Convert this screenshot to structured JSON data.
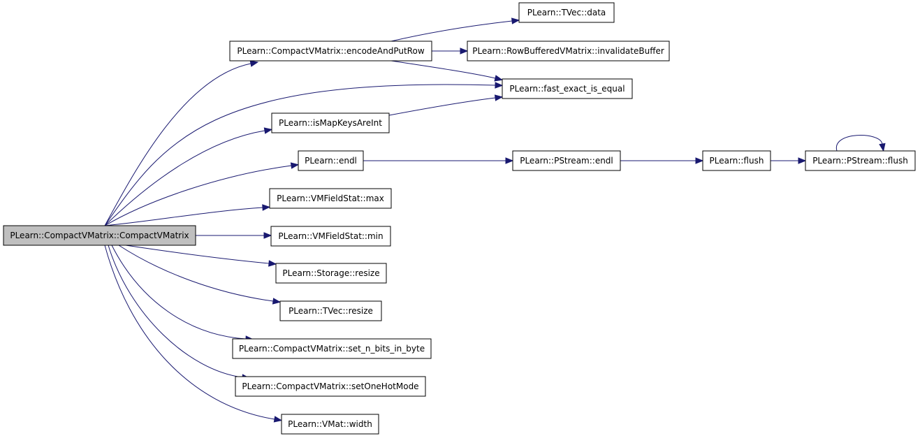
{
  "graph": {
    "nodes": [
      {
        "id": "root",
        "label": "PLearn::CompactVMatrix::CompactVMatrix",
        "root": true
      },
      {
        "id": "encode",
        "label": "PLearn::CompactVMatrix::encodeAndPutRow"
      },
      {
        "id": "tvec_data",
        "label": "PLearn::TVec::data"
      },
      {
        "id": "invalidate",
        "label": "PLearn::RowBufferedVMatrix::invalidateBuffer"
      },
      {
        "id": "fast_eq",
        "label": "PLearn::fast_exact_is_equal"
      },
      {
        "id": "ismap",
        "label": "PLearn::isMapKeysAreInt"
      },
      {
        "id": "endl",
        "label": "PLearn::endl"
      },
      {
        "id": "ps_endl",
        "label": "PLearn::PStream::endl"
      },
      {
        "id": "flush",
        "label": "PLearn::flush"
      },
      {
        "id": "ps_flush",
        "label": "PLearn::PStream::flush"
      },
      {
        "id": "max",
        "label": "PLearn::VMFieldStat::max"
      },
      {
        "id": "min",
        "label": "PLearn::VMFieldStat::min"
      },
      {
        "id": "st_resize",
        "label": "PLearn::Storage::resize"
      },
      {
        "id": "tv_resize",
        "label": "PLearn::TVec::resize"
      },
      {
        "id": "setbits",
        "label": "PLearn::CompactVMatrix::set_n_bits_in_byte"
      },
      {
        "id": "onehot",
        "label": "PLearn::CompactVMatrix::setOneHotMode"
      },
      {
        "id": "width",
        "label": "PLearn::VMat::width"
      }
    ],
    "edges": [
      {
        "from": "root",
        "to": "encode"
      },
      {
        "from": "root",
        "to": "fast_eq"
      },
      {
        "from": "root",
        "to": "ismap"
      },
      {
        "from": "root",
        "to": "endl"
      },
      {
        "from": "root",
        "to": "max"
      },
      {
        "from": "root",
        "to": "min"
      },
      {
        "from": "root",
        "to": "st_resize"
      },
      {
        "from": "root",
        "to": "tv_resize"
      },
      {
        "from": "root",
        "to": "setbits"
      },
      {
        "from": "root",
        "to": "onehot"
      },
      {
        "from": "root",
        "to": "width"
      },
      {
        "from": "encode",
        "to": "tvec_data"
      },
      {
        "from": "encode",
        "to": "invalidate"
      },
      {
        "from": "encode",
        "to": "fast_eq"
      },
      {
        "from": "ismap",
        "to": "fast_eq"
      },
      {
        "from": "endl",
        "to": "ps_endl"
      },
      {
        "from": "ps_endl",
        "to": "flush"
      },
      {
        "from": "flush",
        "to": "ps_flush"
      },
      {
        "from": "ps_flush",
        "to": "ps_flush"
      }
    ],
    "colors": {
      "edge": "#191970",
      "root_fill": "#bfbfbf",
      "node_fill": "#ffffff",
      "border": "#000000"
    }
  }
}
